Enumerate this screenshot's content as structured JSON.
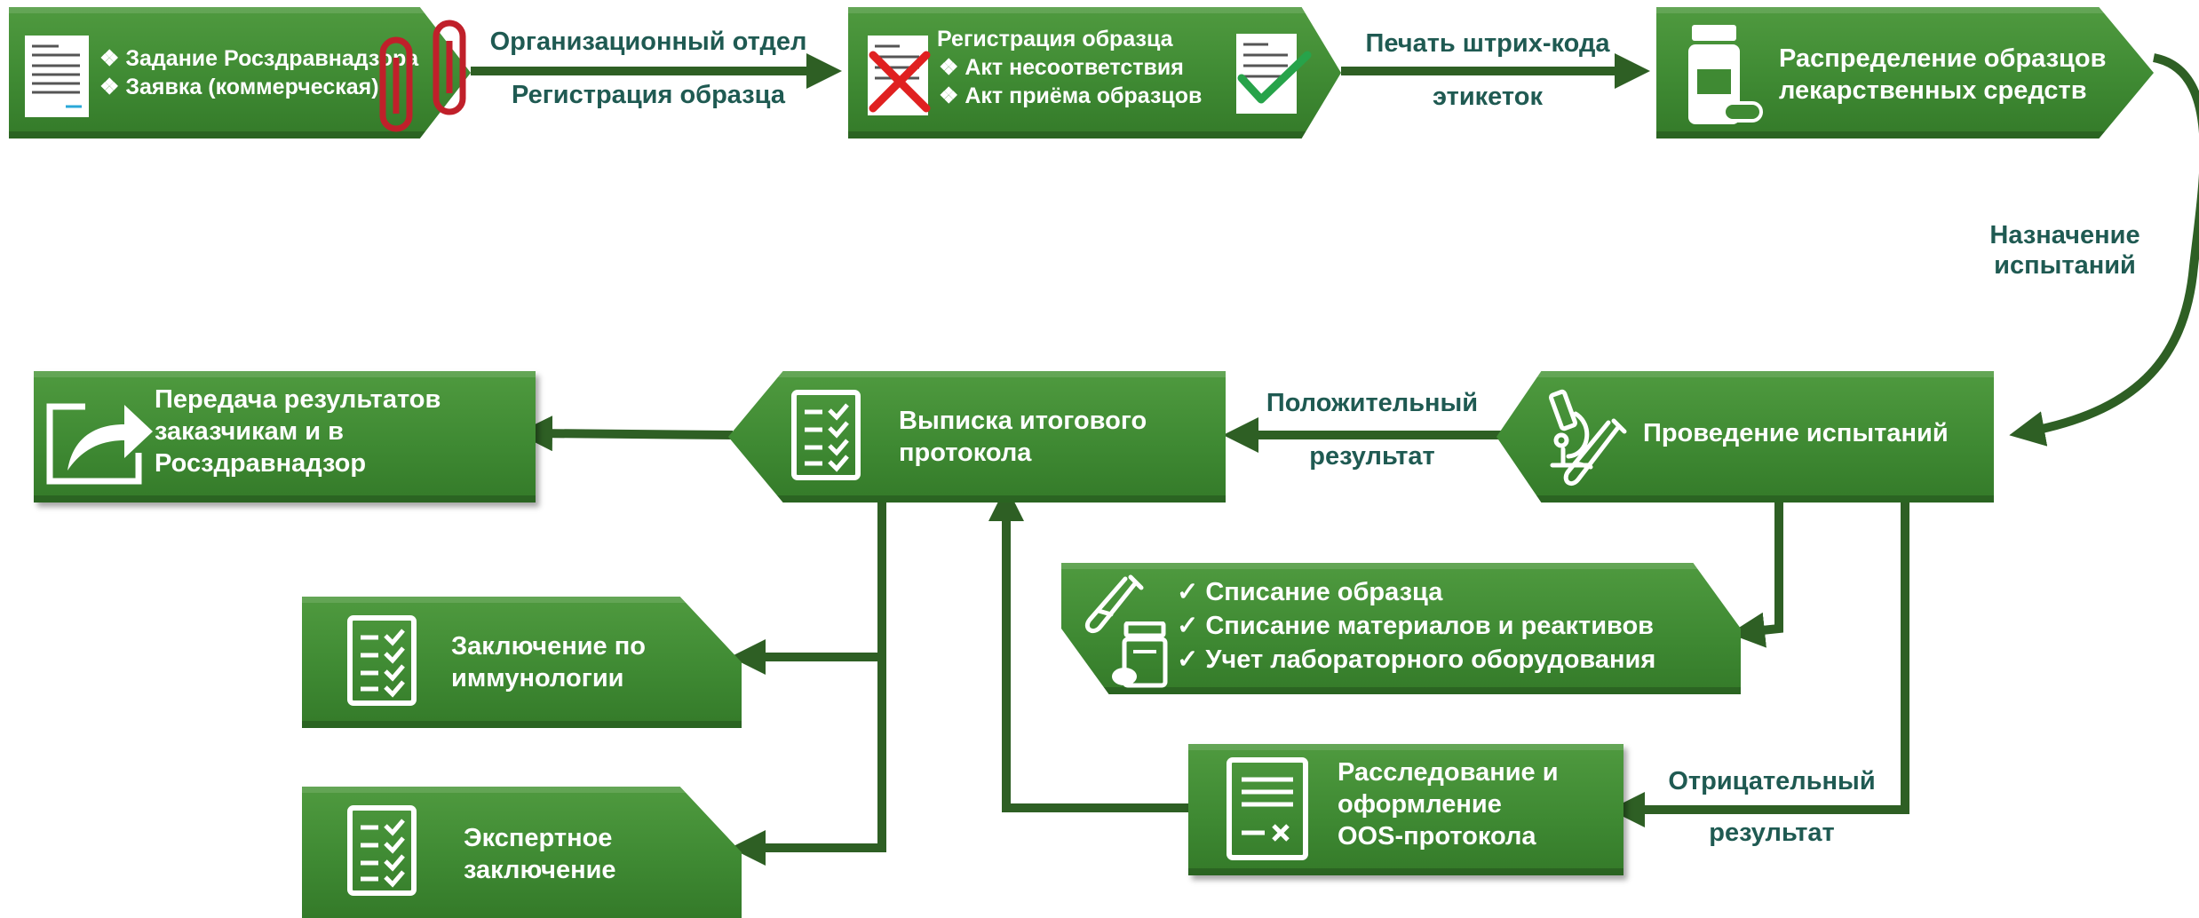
{
  "colors": {
    "box": "#3f8a33",
    "arrow": "#2e5f24",
    "label": "#1f5a52",
    "check": "#27a34a",
    "cross": "#e02020",
    "clip": "#c0202a"
  },
  "boxes": {
    "input": {
      "items": [
        "❖ Задание Росздравнадзора",
        "❖ Заявка (коммерческая)"
      ]
    },
    "registration": {
      "title": "Регистрация образца",
      "items": [
        "❖ Акт несоответствия",
        "❖ Акт приёма образцов"
      ]
    },
    "distribution": {
      "text": [
        "Распределение образцов",
        "лекарственных средств"
      ]
    },
    "testing": {
      "text": "Проведение испытаний"
    },
    "protocol": {
      "text": [
        "Выписка итогового",
        "протокола"
      ]
    },
    "transfer": {
      "text": [
        "Передача результатов",
        "заказчикам и в",
        "Росздравнадзор"
      ]
    },
    "writeoff": {
      "items": [
        "✓ Списание образца",
        "✓ Списание материалов и реактивов",
        "✓ Учет лабораторного оборудования"
      ]
    },
    "immunology": {
      "text": [
        "Заключение по",
        "иммунологии"
      ]
    },
    "expert": {
      "text": [
        "Экспертное",
        "заключение"
      ]
    },
    "oos": {
      "text": [
        "Расследование и",
        "оформление",
        "OOS-протокола"
      ]
    }
  },
  "labels": {
    "org_dept": "Организационный отдел",
    "sample_reg": "Регистрация образца",
    "print_barcode": "Печать штрих-кода",
    "labels_word": "этикеток",
    "assign_tests": [
      "Назначение",
      "испытаний"
    ],
    "positive": [
      "Положительный",
      "результат"
    ],
    "negative": [
      "Отрицательный",
      "результат"
    ]
  },
  "icons": [
    "document-icon",
    "paperclip-icon",
    "cross-icon",
    "checkmark-icon",
    "pill-bottle-icon",
    "microscope-icon",
    "test-tube-icon",
    "checklist-icon",
    "share-icon",
    "oos-document-icon"
  ]
}
